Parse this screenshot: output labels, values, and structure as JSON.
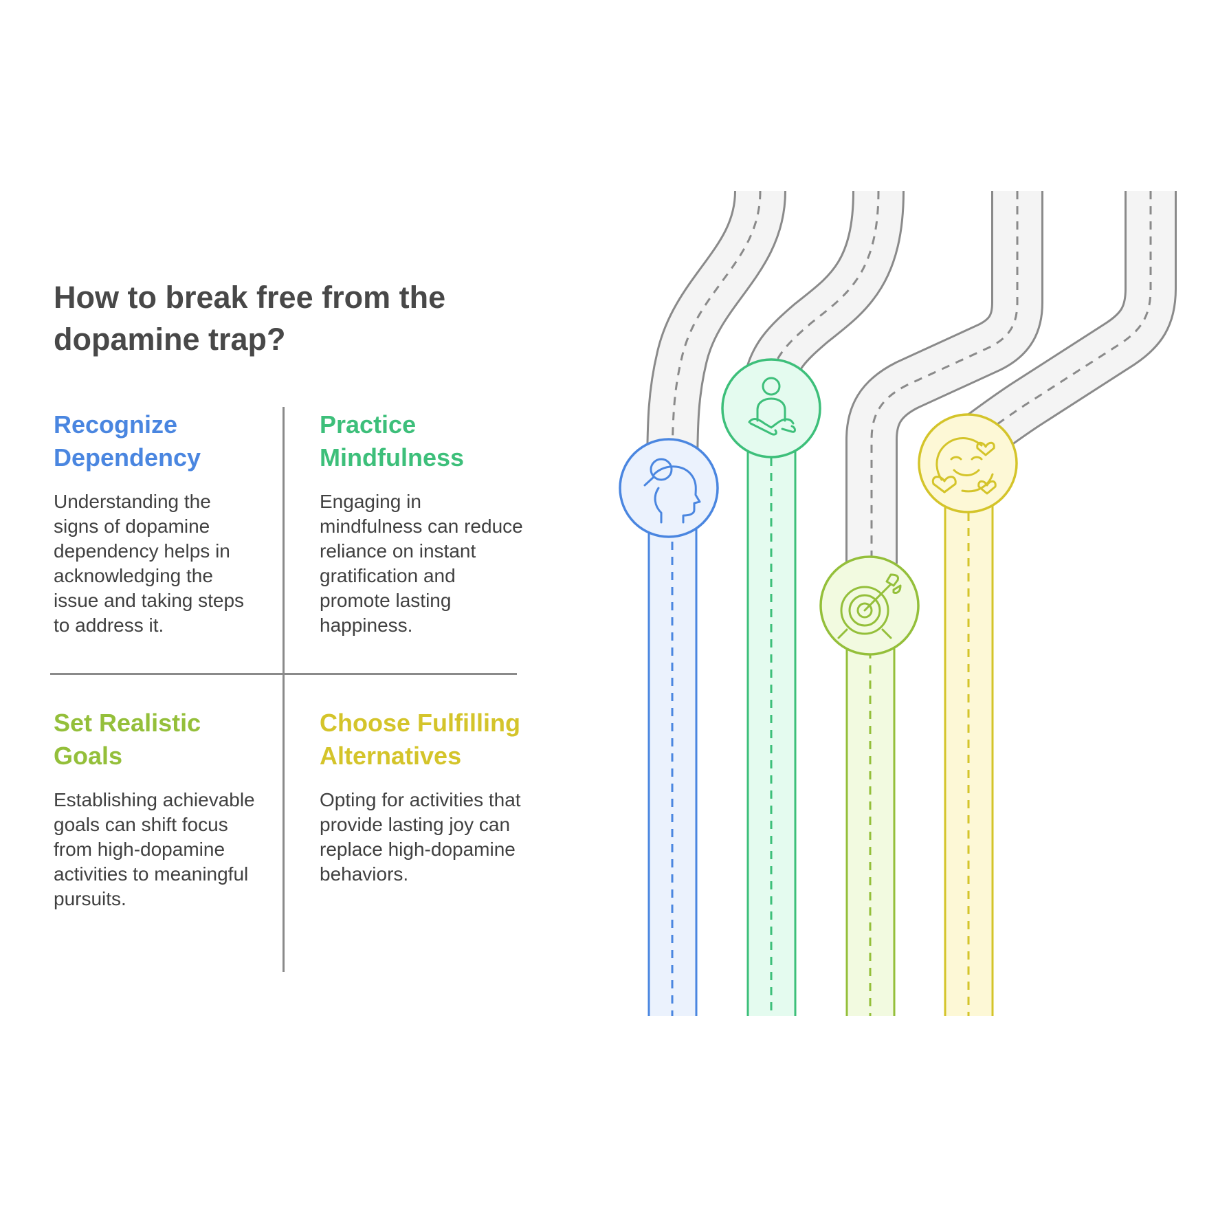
{
  "title": "How to break free from the dopamine trap?",
  "quadrants": [
    {
      "heading": "Recognize Dependency",
      "text": "Understanding the signs of dopamine dependency helps in acknowledging the issue and taking steps to address it.",
      "color": "#4a86e0",
      "icon": "head-search-icon"
    },
    {
      "heading": "Practice Mindfulness",
      "text": "Engaging in mindfulness can reduce reliance on instant gratification and promote lasting happiness.",
      "color": "#3dbf7a",
      "icon": "meditation-icon"
    },
    {
      "heading": "Set Realistic Goals",
      "text": "Establishing achievable goals can shift focus from high-dopamine activities to meaningful pursuits.",
      "color": "#94bf3a",
      "icon": "target-arrow-icon"
    },
    {
      "heading": "Choose Fulfilling Alternatives",
      "text": "Opting for activities that provide lasting joy can replace high-dopamine behaviors.",
      "color": "#d4c42a",
      "icon": "smiley-hearts-icon"
    }
  ],
  "colors": {
    "title": "#484848",
    "body_text": "#404040",
    "road_gray": "#8a8a8a",
    "road_fill": "#f4f4f4"
  }
}
